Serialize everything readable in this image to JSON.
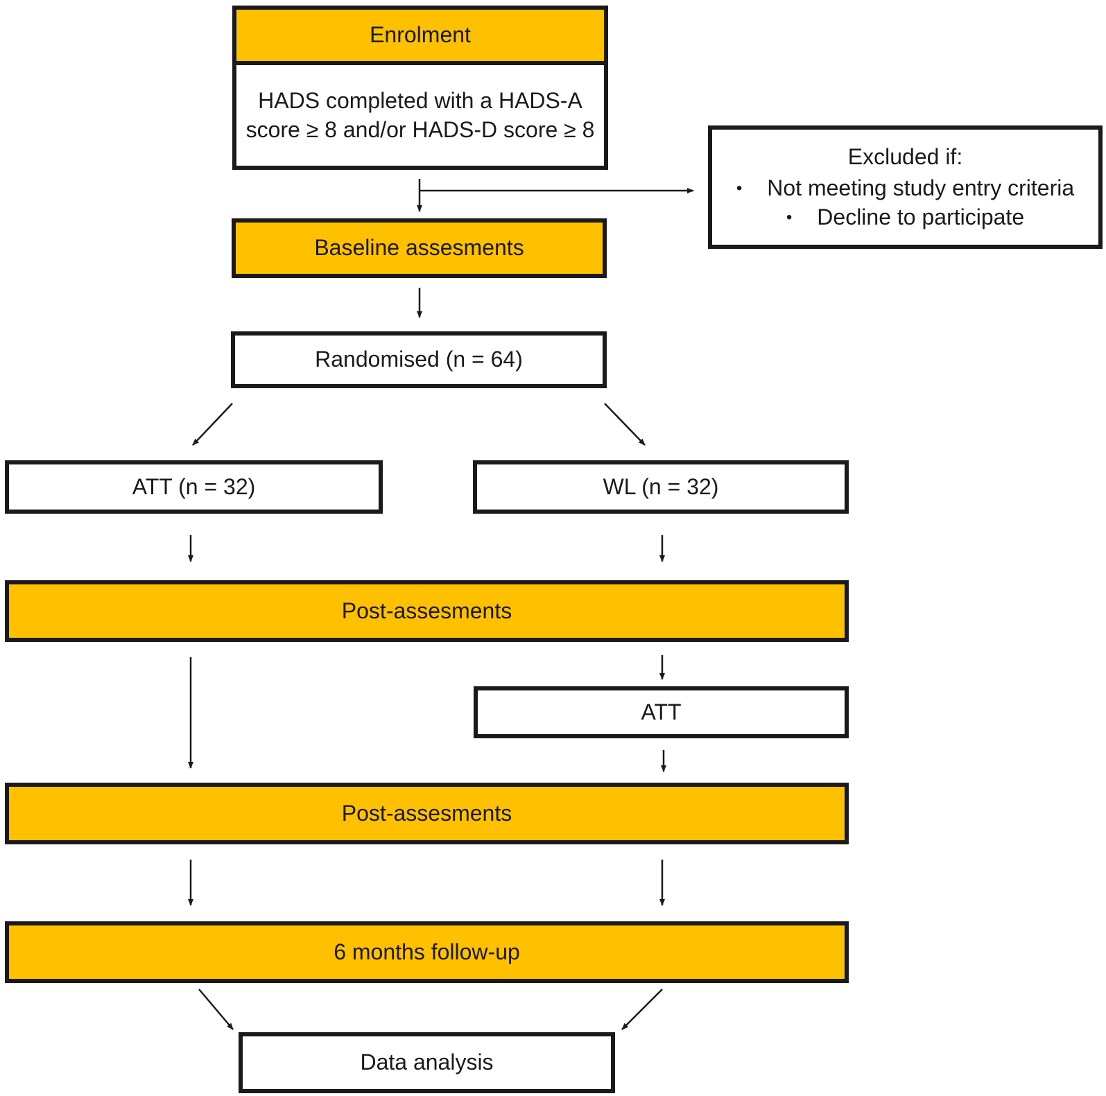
{
  "enrolment": {
    "header": "Enrolment",
    "body": "HADS completed with a HADS-A score ≥ 8 and/or HADS-D score ≥ 8"
  },
  "excluded": {
    "title": "Excluded if:",
    "items": [
      "Not meeting study entry criteria",
      "Decline to participate"
    ]
  },
  "baseline": "Baseline assesments",
  "randomised": "Randomised (n = 64)",
  "arm_att": "ATT (n = 32)",
  "arm_wl": "WL (n = 32)",
  "post_assessments_1": "Post-assesments",
  "wl_att": "ATT",
  "post_assessments_2": "Post-assesments",
  "follow_up": "6 months follow-up",
  "data_analysis": "Data analysis",
  "colors": {
    "fill": "#ffc000",
    "line": "#1a1a1a"
  }
}
